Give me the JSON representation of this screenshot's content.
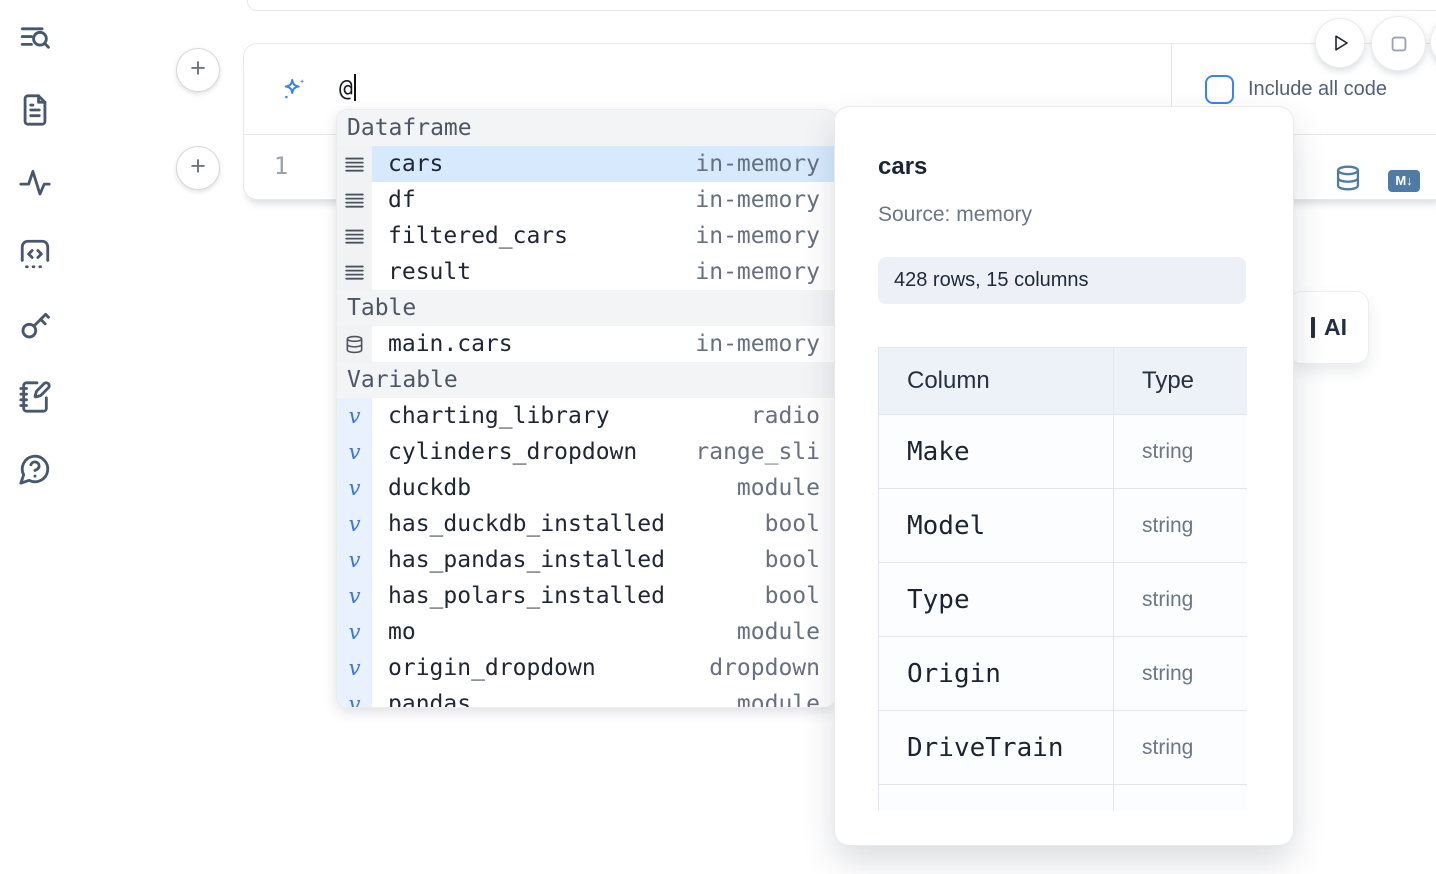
{
  "sidebar": {
    "icons": [
      {
        "name": "list-search-icon"
      },
      {
        "name": "file-text-icon"
      },
      {
        "name": "activity-icon"
      },
      {
        "name": "code-square-icon"
      },
      {
        "name": "key-icon"
      },
      {
        "name": "notebook-pen-icon"
      },
      {
        "name": "help-chat-icon"
      }
    ]
  },
  "toolbar": {
    "include_all_code_label": "Include all code",
    "run_icon": "play-icon",
    "stop_icon": "stop-square-icon"
  },
  "ai_prompt": {
    "icon": "sparkles-icon",
    "value": "@"
  },
  "editor": {
    "line_number": "1",
    "actions": [
      {
        "name": "datasource-icon"
      },
      {
        "name": "markdown-badge",
        "label": "M↓"
      }
    ]
  },
  "autocomplete": {
    "sections": [
      {
        "label": "Dataframe",
        "icon": "dataframe-rows-icon",
        "items": [
          {
            "name": "cars",
            "type": "in-memory",
            "selected": true
          },
          {
            "name": "df",
            "type": "in-memory"
          },
          {
            "name": "filtered_cars",
            "type": "in-memory"
          },
          {
            "name": "result",
            "type": "in-memory"
          }
        ]
      },
      {
        "label": "Table",
        "icon": "database-icon",
        "items": [
          {
            "name": "main.cars",
            "type": "in-memory"
          }
        ]
      },
      {
        "label": "Variable",
        "icon": "variable-icon",
        "items": [
          {
            "name": "charting_library",
            "type": "radio"
          },
          {
            "name": "cylinders_dropdown",
            "type": "range_sli"
          },
          {
            "name": "duckdb",
            "type": "module"
          },
          {
            "name": "has_duckdb_installed",
            "type": "bool"
          },
          {
            "name": "has_pandas_installed",
            "type": "bool"
          },
          {
            "name": "has_polars_installed",
            "type": "bool"
          },
          {
            "name": "mo",
            "type": "module"
          },
          {
            "name": "origin_dropdown",
            "type": "dropdown"
          },
          {
            "name": "pandas",
            "type": "module",
            "partial": true
          }
        ]
      }
    ]
  },
  "preview": {
    "title": "cars",
    "source": "Source: memory",
    "summary": "428 rows, 15 columns",
    "table": {
      "headers": [
        "Column",
        "Type"
      ],
      "rows": [
        [
          "Make",
          "string"
        ],
        [
          "Model",
          "string"
        ],
        [
          "Type",
          "string"
        ],
        [
          "Origin",
          "string"
        ],
        [
          "DriveTrain",
          "string"
        ],
        [
          "",
          ""
        ]
      ]
    }
  },
  "ai_button": {
    "visible_label": "AI"
  },
  "colors": {
    "accent_blue": "#3b82f6",
    "selection_blue": "#d7e9fc",
    "steel_blue": "#4e7ca6",
    "section_gray": "#f3f4f6",
    "variable_blue": "#3b76d8",
    "border": "#e7e8ea"
  }
}
